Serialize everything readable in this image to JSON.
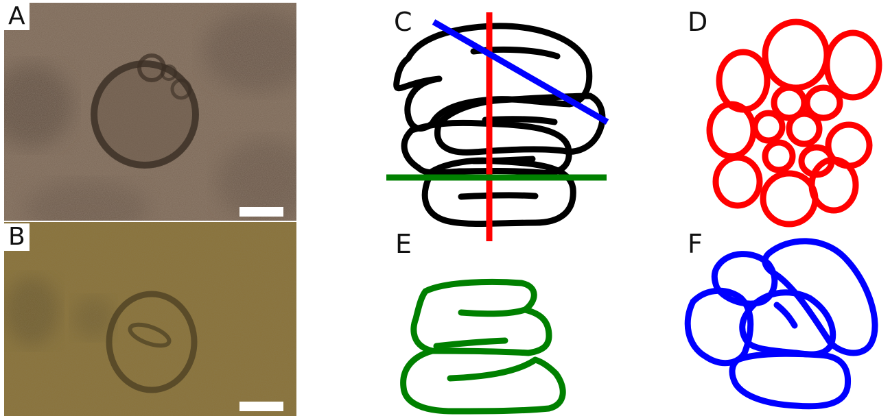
{
  "panels": {
    "a": {
      "label": "A",
      "background": "#6b5a4a"
    },
    "b": {
      "label": "B",
      "background": "#7a6430"
    },
    "c": {
      "label": "C"
    },
    "d": {
      "label": "D"
    },
    "e": {
      "label": "E"
    },
    "f": {
      "label": "F"
    }
  },
  "colors": {
    "outline": "#000000",
    "section_vertical": "#ff0000",
    "section_oblique": "#0000ff",
    "section_horizontal": "#008000"
  }
}
